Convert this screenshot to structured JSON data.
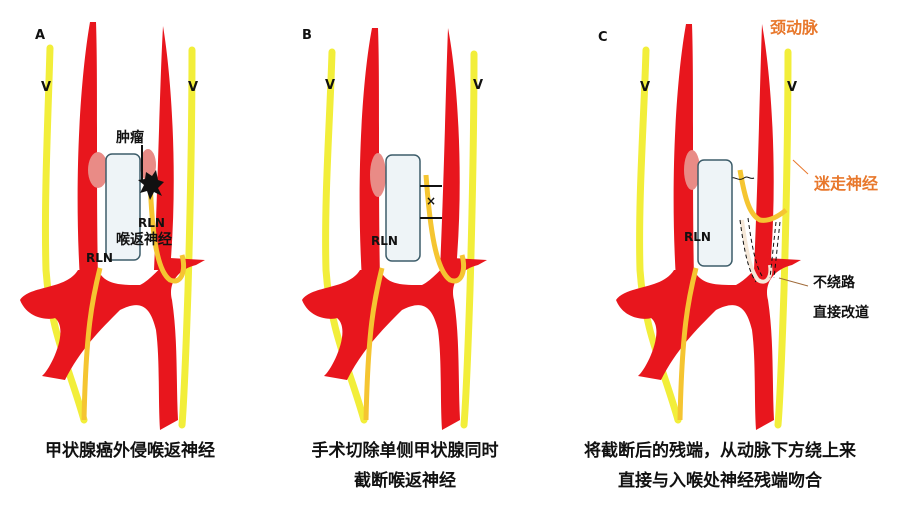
{
  "colors": {
    "artery": "#e8161d",
    "nerve": "#f2ee3a",
    "nerve_branch": "#f5c531",
    "thyroid": "#e98b86",
    "trachea_fill": "#eef4f7",
    "trachea_stroke": "#3d5d6a",
    "label_orange": "#e8782c"
  },
  "panels": [
    {
      "letter": "A",
      "labels": {
        "v_left": "V",
        "v_right": "V",
        "tumor": "肿瘤",
        "rln_right": "RLN",
        "rln_right_cn": "喉返神经",
        "rln_left": "RLN"
      },
      "caption": [
        "甲状腺癌外侵喉返神经"
      ]
    },
    {
      "letter": "B",
      "labels": {
        "v_left": "V",
        "v_right": "V",
        "cut_mark": "×",
        "rln_left": "RLN"
      },
      "caption": [
        "手术切除单侧甲状腺同时",
        "截断喉返神经"
      ]
    },
    {
      "letter": "C",
      "labels": {
        "v_left": "V",
        "v_right": "V",
        "carotid": "颈动脉",
        "vagus": "迷走神经",
        "rln_left": "RLN",
        "reroute_line1": "不绕路",
        "reroute_line2": "直接改道"
      },
      "caption": [
        "将截断后的残端，从动脉下方绕上来",
        "直接与入喉处神经残端吻合"
      ]
    }
  ]
}
